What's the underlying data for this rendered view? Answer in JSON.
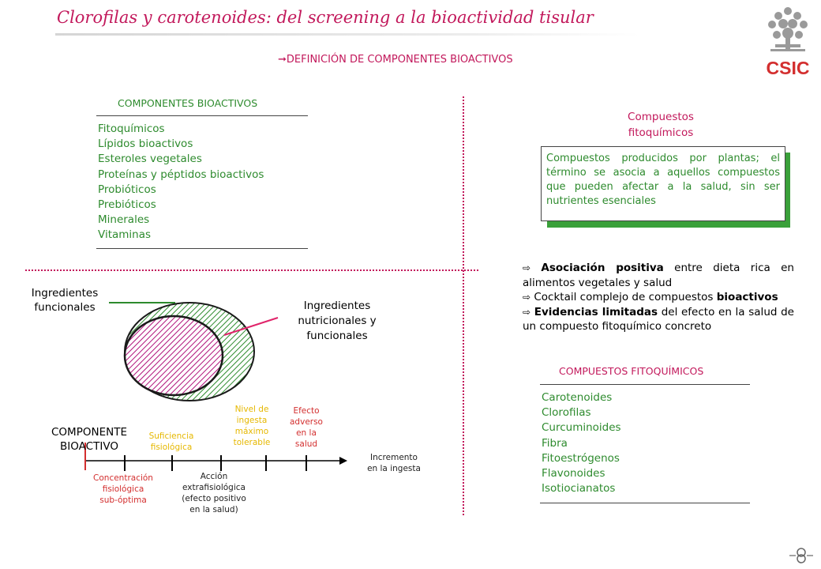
{
  "header": {
    "title": "Clorofilas y carotenoides: del screening a la bioactividad tisular",
    "logo_text": "CSIC"
  },
  "subtitle": "DEFINICIÓN DE COMPONENTES BIOACTIVOS",
  "components": {
    "heading": "COMPONENTES BIOACTIVOS",
    "items": [
      "Fitoquímicos",
      "Lípidos bioactivos",
      "Esteroles vegetales",
      "Proteínas y péptidos bioactivos",
      "Probióticos",
      "Prebióticos",
      "Minerales",
      "Vitaminas"
    ]
  },
  "compuestos": {
    "title_line1": "Compuestos",
    "title_line2": "fitoquímicos",
    "definition": "Compuestos producidos por plantas; el término se asocia a aquellos compuestos que pueden afectar a la salud, sin ser nutrientes esenciales"
  },
  "bullets": [
    {
      "bold": "Asociación positiva",
      "text": " entre dieta rica en alimentos vegetales y salud"
    },
    {
      "pre": "Cocktail complejo de compuestos ",
      "bold": "bioactivos"
    },
    {
      "bold": "Evidencias limitadas",
      "text": " del efecto en la salud de un compuesto fitoquímico concreto"
    }
  ],
  "fitoquimicos": {
    "heading": "COMPUESTOS FITOQUÍMICOS",
    "items": [
      "Carotenoides",
      "Clorofilas",
      "Curcuminoides",
      "Fibra",
      "Fitoestrógenos",
      "Flavonoides",
      "Isotiocianatos"
    ]
  },
  "venn": {
    "label_functional_1": "Ingredientes",
    "label_functional_2": "funcionales",
    "label_nutritional_1": "Ingredientes",
    "label_nutritional_2": "nutricionales y",
    "label_nutritional_3": "funcionales"
  },
  "scale": {
    "component_1": "COMPONENTE",
    "component_2": "BIOACTIVO",
    "increment_1": "Incremento",
    "increment_2": "en la ingesta",
    "suboptimal": [
      "Concentración",
      "fisiológica",
      "sub-óptima"
    ],
    "sufficiency": [
      "Suficiencia",
      "fisiológica"
    ],
    "extraphysio": [
      "Acción",
      "extrafisiológica",
      "(efecto positivo",
      "en la salud)"
    ],
    "max_intake": [
      "Nivel de",
      "ingesta",
      "máximo",
      "tolerable"
    ],
    "adverse": [
      "Efecto",
      "adverso",
      "en la",
      "salud"
    ]
  },
  "colors": {
    "accent": "#c2185b",
    "green": "#2e8b2e",
    "red": "#d32f2f",
    "yellow": "#e6b800"
  }
}
